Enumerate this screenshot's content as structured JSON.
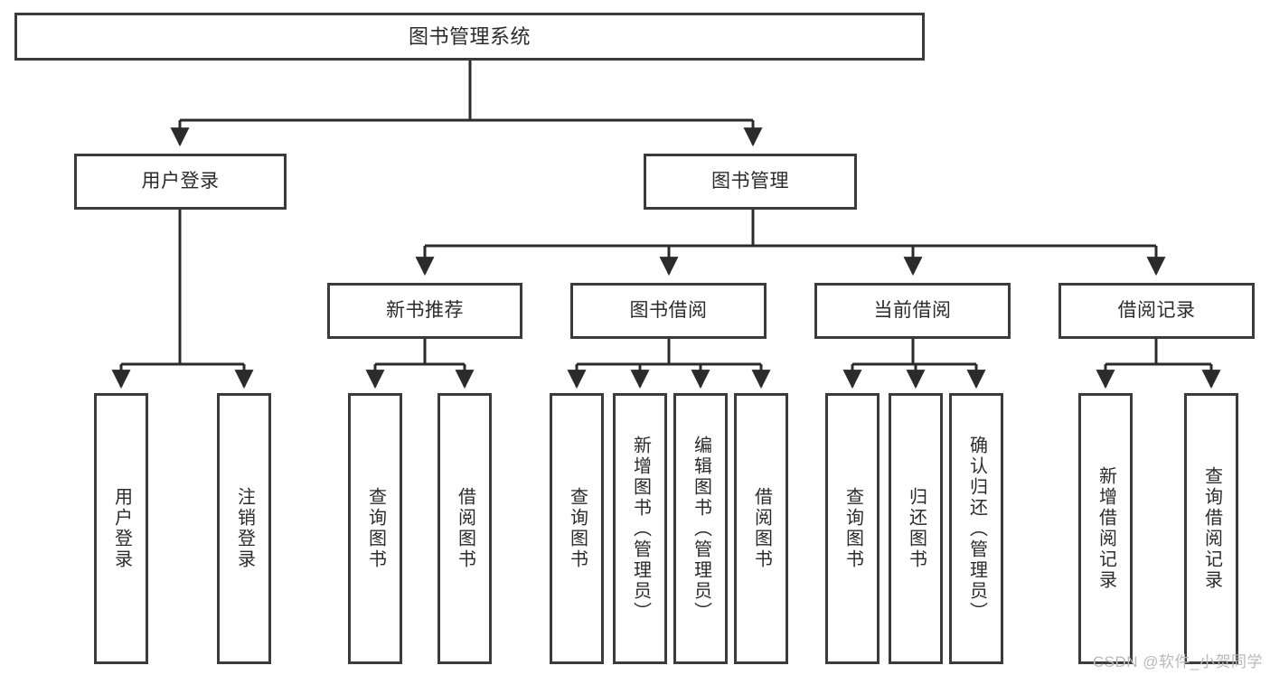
{
  "diagram": {
    "title": "图书管理系统",
    "type": "hierarchy-tree",
    "watermark": "CSDN @软件_小贺同学",
    "colors": {
      "border": "#3b3b3b",
      "text": "#2b2b2b",
      "background": "#ffffff",
      "connector": "#2b2b2b",
      "watermark": "#b9b9b9"
    },
    "root": {
      "label": "图书管理系统"
    },
    "level2": [
      {
        "label": "用户登录"
      },
      {
        "label": "图书管理"
      }
    ],
    "level3": [
      {
        "label": "新书推荐"
      },
      {
        "label": "图书借阅"
      },
      {
        "label": "当前借阅"
      },
      {
        "label": "借阅记录"
      }
    ],
    "leaves": {
      "user_login": [
        {
          "label": "用户登录"
        },
        {
          "label": "注销登录"
        }
      ],
      "new_book_recommend": [
        {
          "label": "查询图书"
        },
        {
          "label": "借阅图书"
        }
      ],
      "book_borrow": [
        {
          "label": "查询图书"
        },
        {
          "label": "新增图书（管理员）"
        },
        {
          "label": "编辑图书（管理员）"
        },
        {
          "label": "借阅图书"
        }
      ],
      "current_borrow": [
        {
          "label": "查询图书"
        },
        {
          "label": "归还图书"
        },
        {
          "label": "确认归还（管理员）"
        }
      ],
      "borrow_record": [
        {
          "label": "新增借阅记录"
        },
        {
          "label": "查询借阅记录"
        }
      ]
    }
  }
}
